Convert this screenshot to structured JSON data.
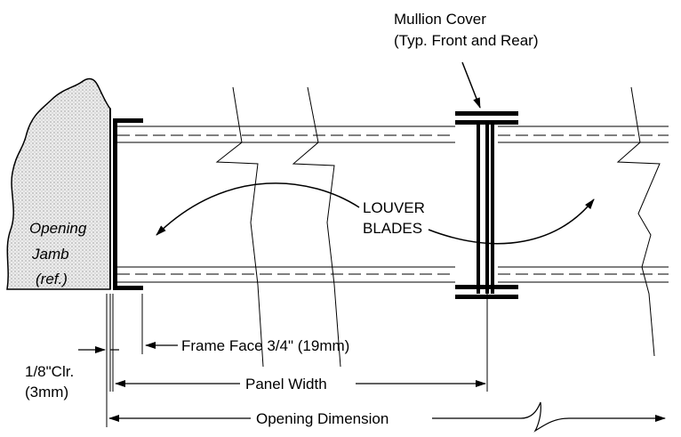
{
  "colors": {
    "ink": "#000000",
    "jamb_fill": "#e2e2e2",
    "background": "#ffffff"
  },
  "labels": {
    "mullion_cover_line1": "Mullion Cover",
    "mullion_cover_line2": "(Typ. Front and Rear)",
    "louver_line1": "LOUVER",
    "louver_line2": "BLADES",
    "jamb_line1": "Opening",
    "jamb_line2": "Jamb",
    "jamb_line3": "(ref.)",
    "frame_face": "Frame Face 3/4\" (19mm)",
    "clearance_line1": "1/8\"Clr.",
    "clearance_line2": "(3mm)",
    "panel_width": "Panel Width",
    "opening_dimension": "Opening Dimension"
  }
}
